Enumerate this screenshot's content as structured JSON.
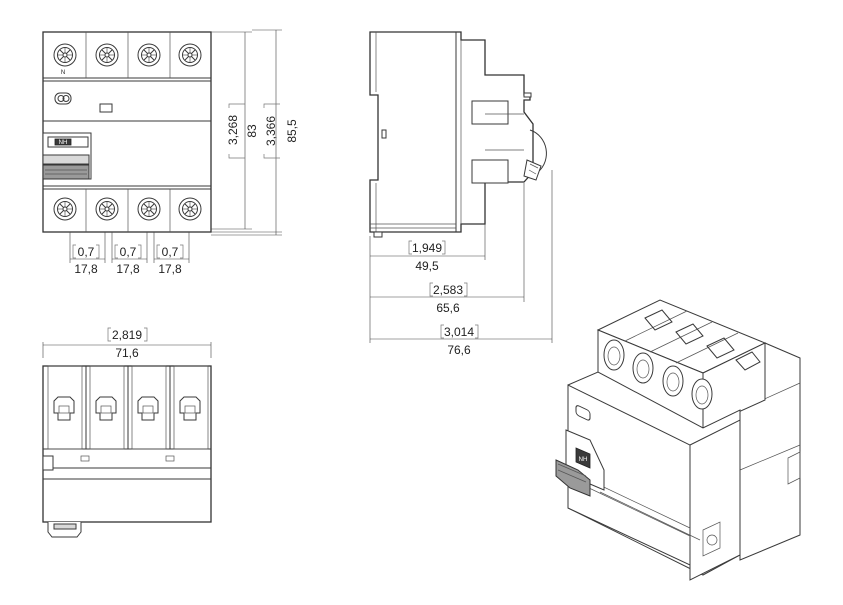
{
  "drawing": {
    "front_view": {
      "terminal_label": "N",
      "switch_label": "NH",
      "height_dimensions": {
        "inner_in": "3,268",
        "inner_mm": "83",
        "outer_in": "3,366",
        "outer_mm": "85,5"
      },
      "pole_pitch": [
        {
          "in": "0,7",
          "mm": "17,8"
        },
        {
          "in": "0,7",
          "mm": "17,8"
        },
        {
          "in": "0,7",
          "mm": "17,8"
        }
      ]
    },
    "side_view": {
      "depth_dimensions": [
        {
          "in": "1,949",
          "mm": "49,5"
        },
        {
          "in": "2,583",
          "mm": "65,6"
        },
        {
          "in": "3,014",
          "mm": "76,6"
        }
      ]
    },
    "top_view": {
      "width_in": "2,819",
      "width_mm": "71,6"
    },
    "iso_view": {
      "switch_label": "NH"
    }
  }
}
